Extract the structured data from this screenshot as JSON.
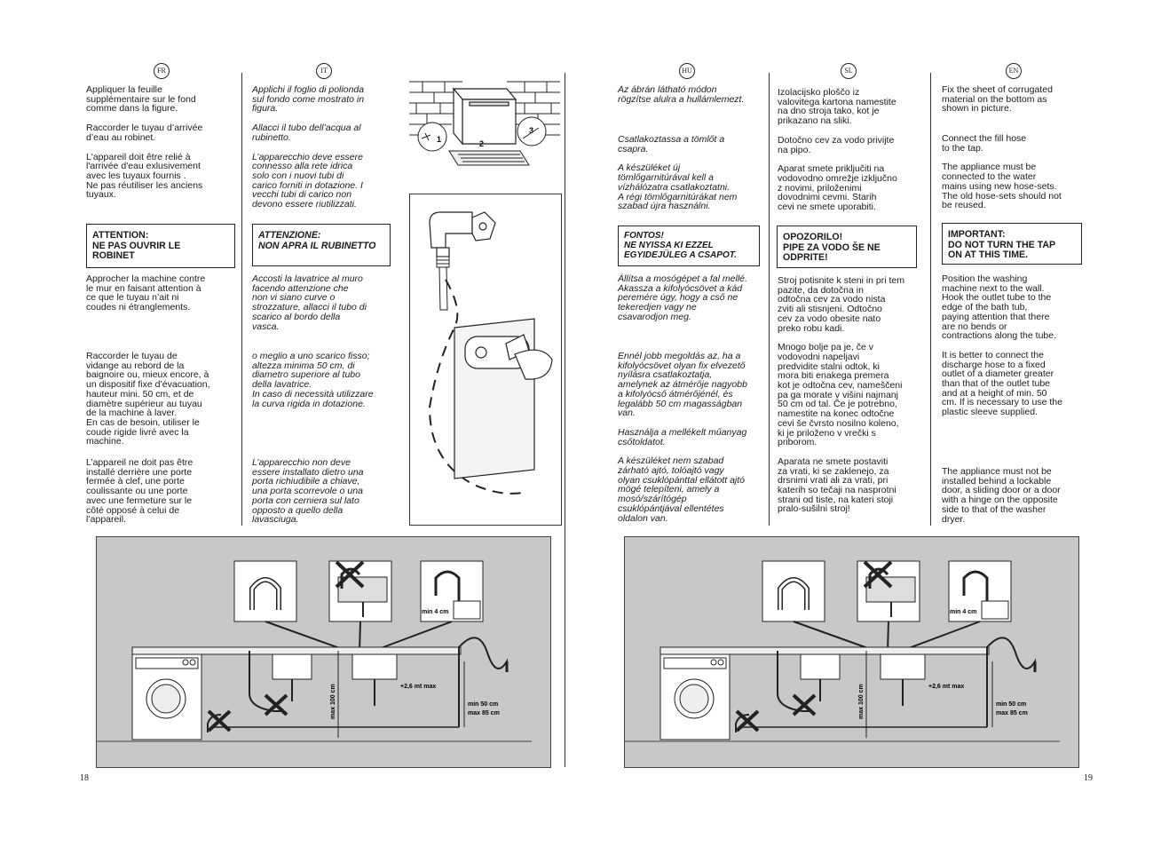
{
  "pages": {
    "left_number": "18",
    "right_number": "19"
  },
  "languages": {
    "fr": {
      "code": "FR",
      "p1": "Appliquer la feuille\nsupplémentaire sur le fond\ncomme dans la figure.",
      "p2": "Raccorder le tuyau d’arrivée\nd’eau au robinet.",
      "p3": "L'appareil doit être relié à\nl'arrivée d'eau exlusivement\navec les tuyaux fournis .\nNe pas réutiliser  les anciens\ntuyaux.",
      "warning": "ATTENTION:\nNE PAS OUVRIR LE\nROBINET",
      "p4": "Approcher la machine contre\nle mur en faisant attention à\nce que le tuyau n’ait ni\ncoudes ni étranglements.",
      "p5": "Raccorder le tuyau de\nvidange au rebord de la\nbaignoire ou, mieux encore, à\nun dispositif fixe d’évacuation,\nhauteur mini. 50 cm, et de\ndiamètre supérieur au tuyau\nde la machine à laver.\nEn cas de besoin, utiliser le\ncoude rigide livré avec la\nmachine.",
      "p6": "L’appareil ne doit pas être\ninstallé derrière une porte\nfermée à clef, une porte\ncoulissante ou une porte\navec une fermeture sur le\ncôté opposé à celui de\nl’appareil."
    },
    "it": {
      "code": "IT",
      "p1": "Applichi il foglio di polionda\nsul fondo come mostrato in\nfigura.",
      "p2": "Allacci il tubo dell’acqua al\nrubinetto.",
      "p3": "L’apparecchio deve essere\nconnesso alla rete idrica\nsolo con i nuovi tubi di\ncarico forniti in dotazione. I\nvecchi tubi di carico non\ndevono essere riutilizzati.",
      "warning": "ATTENZIONE:\nNON APRA IL RUBINETTO",
      "p4": "Accosti la lavatrice al muro\nfacendo attenzione che\nnon vi siano curve o\nstrozzature, allacci il tubo di\nscarico al bordo della\nvasca.",
      "p5": "o meglio a uno scarico fisso;\naltezza minima 50 cm, di\ndiametro superiore al tubo\ndella lavatrice.\nIn caso di necessità utilizzare\nla curva rigida in dotazione.",
      "p6": "L’apparecchio non deve\nessere installato dietro una\nporta richiudibile a chiave,\nuna porta scorrevole o una\nporta con cerniera sul lato\nopposto a quello della\nlavasciuga."
    },
    "hu": {
      "code": "HU",
      "p1": "Az ábrán látható módon\nrögzítse alulra a hullámlemezt.",
      "p2": "Csatlakoztassa a tömlőt a\ncsapra.",
      "p3": "A készüléket új\ntömlőgarnitúrával kell a\nvízhálózatra csatlakoztatni.\nA régi tömlőgarnitúrákat nem\nszabad újra használni.",
      "warning": "FONTOS!\nNE NYISSA KI EZZEL\nEGYIDEJÜLEG A CSAPOT.",
      "p4": "Állítsa a mosógépet a fal mellé.\nAkassza a kifolyócsövet a kád\nperemére úgy, hogy a cső ne\ntekeredjen vagy ne\ncsavarodjon meg.",
      "p5": "Ennél jobb megoldás az, ha a\nkifolyócsövet olyan fix elvezető\nnyílásra csatlakoztatja,\namelynek az átmérője nagyobb\na kifolyócső átmérőjénél, és\nlegalább 50 cm magasságban\nvan.",
      "p5b": "Használja a mellékelt műanyag\ncsőtoldatot.",
      "p6": "A készüléket nem szabad\nzárható ajtó, tolóajtó vagy\nolyan csuklópánttal ellátott ajtó\nmögé telepíteni, amely a\nmosó/szárítógép\ncsuklópántjával ellentétes\noldalon van."
    },
    "sl": {
      "code": "SL",
      "p1": "Izolacijsko ploščo iz\nvalovitega kartona namestite\nna dno stroja tako, kot je\nprikazano na sliki.",
      "p2": "Dotočno cev za vodo privijte\nna pipo.",
      "p3": "Aparat smete priključiti na\nvodovodno omrežje izključno\nz novimi, priloženimi\ndovodnimi cevmi. Starih\ncevi ne smete uporabiti.",
      "warning": "OPOZORILO!\nPIPE ZA VODO ŠE NE\nODPRITE!",
      "p4": "Stroj potisnite k steni in pri tem\npazite, da dotočna in\nodtočna cev za vodo nista\nzviti ali stisnjeni. Odtočno\ncev za vodo obesite nato\npreko robu kadi.",
      "p5": "Mnogo bolje pa je, če v\nvodovodni napeljavi\npredvidite stalni odtok, ki\nmora biti enakega premera\nkot je odtočna cev, nameščeni\npa ga morate v višini najmanj\n50 cm od tal. Če je potrebno,\nnamestite na konec odtočne\ncevi še čvrsto nosilno koleno,\nki je priloženo v vrečki s\npriborom.",
      "p6": "Aparata ne smete postaviti\nza vrati, ki se zaklenejo, za\ndrsnimi vrati ali za vrati, pri\nkaterih so tečaji na nasprotni\nstrani od tiste, na kateri stoji\npralo-sušilni stroj!"
    },
    "en": {
      "code": "EN",
      "p1": "Fix the sheet of corrugated\nmaterial on the bottom as\nshown in picture.",
      "p2": "Connect the fill hose\nto the tap.",
      "p3": "The appliance must be\nconnected to the water\nmains using new hose-sets.\nThe old hose-sets should not\nbe reused.",
      "warning": "IMPORTANT:\nDO NOT TURN THE TAP\nON AT THIS TIME.",
      "p4": "Position the washing\nmachine next to the wall.\nHook the outlet tube to the\nedge of the bath tub,\npaying attention that there\nare no bends or\ncontractions along the tube.",
      "p5": "It is better to connect the\ndischarge hose to a fixed\noutlet of a diameter greater\nthan that of the outlet tube\nand at a height of min. 50\ncm. If is necessary to use the\nplastic sleeve supplied.",
      "p6": "The appliance must not be\ninstalled behind a lockable\ndoor, a sliding door or a door\nwith a hinge on the opposite\nside to that of the washer\ndryer."
    }
  },
  "illustration_labels": {
    "step1": "1",
    "step2": "2",
    "step3": "3"
  },
  "diagram_labels": {
    "min4": "min 4 cm",
    "max100": "max 100 cm",
    "plus26": "+2,6 mt max",
    "min50": "min 50 cm",
    "max85": "max 85 cm"
  }
}
